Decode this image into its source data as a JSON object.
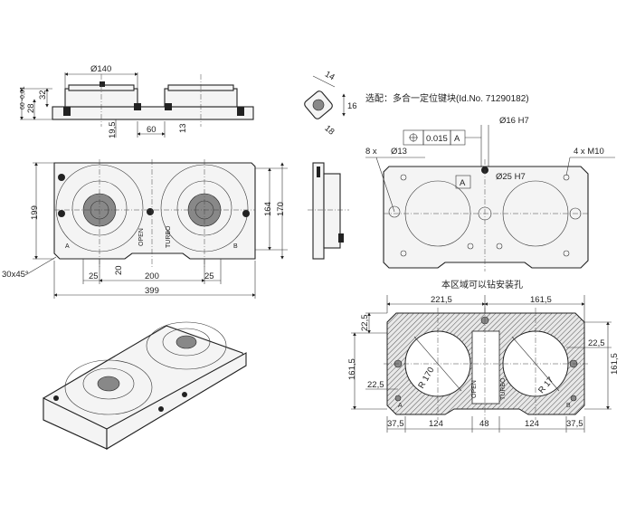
{
  "top_view": {
    "dia_140": "Ø140",
    "dim_60": "60 -0,01",
    "dim_32": "32",
    "dim_28": "28",
    "dim_19_5": "19,5",
    "dim_60_bottom": "60",
    "dim_13": "13"
  },
  "front_view": {
    "dim_199": "199",
    "dim_164": "164",
    "dim_170": "170",
    "dim_25_left": "25",
    "dim_20": "20",
    "dim_200": "200",
    "dim_25_right": "25",
    "dim_399": "399",
    "chamfer": "30x45°",
    "label_a": "A",
    "label_b": "B",
    "label_open": "OPEN",
    "label_turbo": "TURBO"
  },
  "detail": {
    "dim_14": "14",
    "dim_16": "16",
    "dim_18": "18",
    "note": "选配：多合一定位键块(Id.No. 71290182)"
  },
  "right_top_view": {
    "dia_16_h7": "Ø16 H7",
    "tolerance_value": "0.015",
    "datum_a": "A",
    "holes_8x": "8 x",
    "dia_13": "Ø13",
    "m10": "4 x M10",
    "dia_25_h7": "Ø25 H7",
    "datum_box": "A"
  },
  "section_view": {
    "title": "本区域可以钻安装孔",
    "dim_221_5": "221,5",
    "dim_161_5_top": "161,5",
    "dim_22_5_left": "22,5",
    "dim_22_5_right": "22,5",
    "dim_161_5_left": "161,5",
    "dim_161_5_right": "161,5",
    "dim_22_5_bottom": "22,5",
    "r170": "R 170",
    "r17": "R 17",
    "dim_37_5_left": "37,5",
    "dim_124_left": "124",
    "dim_48": "48",
    "dim_124_right": "124",
    "dim_37_5_right": "37,5",
    "label_a": "A",
    "label_b": "B",
    "label_open": "OPEN",
    "label_turbo": "TURBO"
  },
  "colors": {
    "line": "#222222",
    "fill": "#f4f4f4",
    "hatch": "#555555"
  }
}
